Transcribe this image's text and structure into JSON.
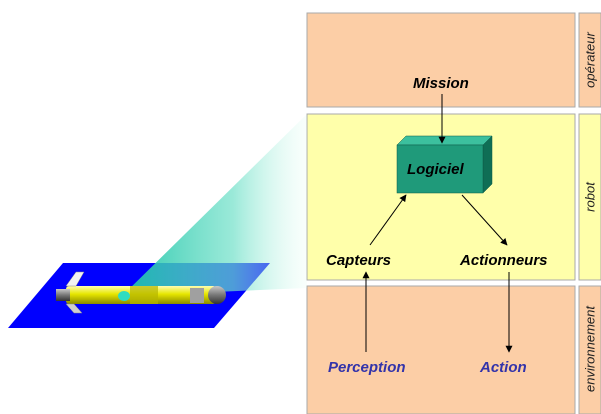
{
  "lanes": {
    "operator": "opérateur",
    "robot": "robot",
    "environment": "environnement"
  },
  "nodes": {
    "mission": "Mission",
    "software": "Logiciel",
    "sensors": "Capteurs",
    "actuators": "Actionneurs",
    "perception": "Perception",
    "action": "Action"
  },
  "colors": {
    "operator_lane": "#FCCEA6",
    "robot_lane": "#FFFFAA",
    "environment_lane": "#FCCEA6",
    "lane_border": "#A9A9A9",
    "software_box": "#1F9A7A",
    "ground_plane": "#0000FF",
    "robot_body": "#E6E600",
    "beam": "#34D3B4",
    "environment_text": "#3333AA",
    "robot_text": "#000000"
  }
}
